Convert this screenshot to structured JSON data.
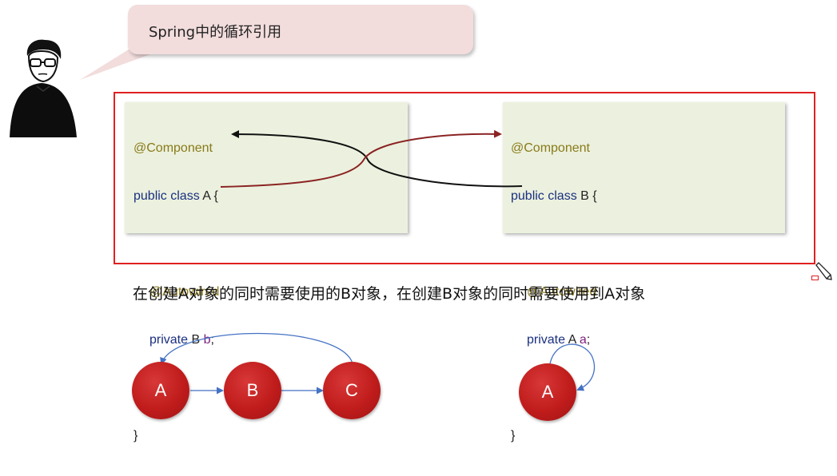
{
  "bubble": {
    "text": "Spring中的循环引用"
  },
  "code_a": {
    "annotation": "@Component",
    "declaration_kw": "public class",
    "class_name": " A {",
    "field_annotation": "@Autowired",
    "field_kw": "private",
    "field_type": " B ",
    "field_name": "b",
    "field_end": ";",
    "close": "}"
  },
  "code_b": {
    "annotation": "@Component",
    "declaration_kw": "public class",
    "class_name": " B {",
    "field_annotation": "@Autowired",
    "field_kw": "private",
    "field_type": " A ",
    "field_name": "a",
    "field_end": ";",
    "close": "}"
  },
  "caption": "在创建A对象的同时需要使用的B对象，在创建B对象的同时需要使用到A对象",
  "diagram": {
    "chain_nodes": [
      "A",
      "B",
      "C"
    ],
    "self_node": "A"
  },
  "colors": {
    "accent_red": "#e02020",
    "code_bg": "#ebf1de",
    "node_red": "#c01c1c",
    "arrow_blue": "#4472c4"
  },
  "icons": [
    "person-avatar-icon",
    "pencil-cursor-icon"
  ]
}
